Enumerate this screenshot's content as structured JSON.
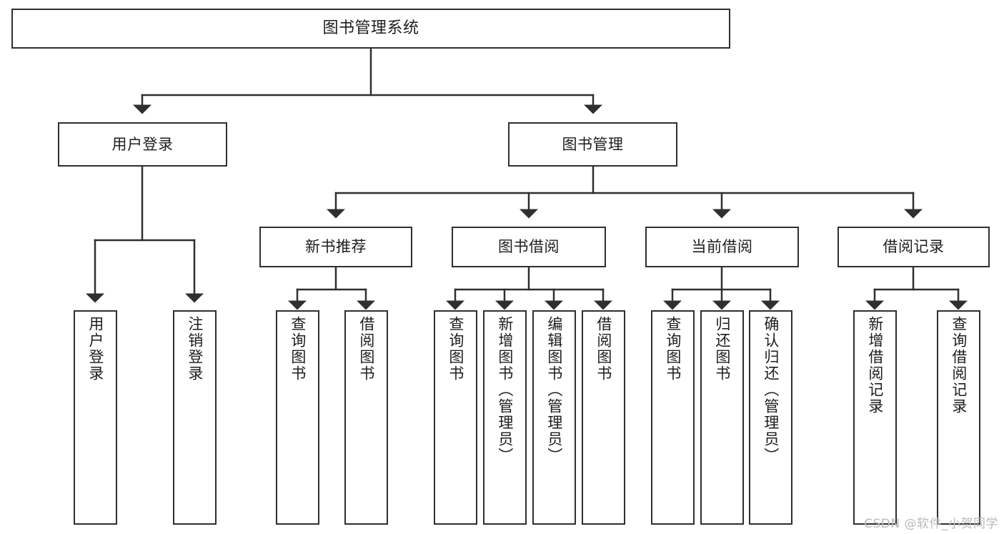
{
  "diagram": {
    "type": "tree-hierarchy",
    "title": "图书管理系统",
    "watermark": "CSDN @软件_小贺同学",
    "colors": {
      "stroke": "#2f2f2f",
      "fill": "#ffffff",
      "text": "#1d1d1d",
      "watermark": "#b9b9b9"
    },
    "levels": {
      "root": [
        "图书管理系统"
      ],
      "level2": [
        "用户登录",
        "图书管理"
      ],
      "level3": [
        "新书推荐",
        "图书借阅",
        "当前借阅",
        "借阅记录"
      ],
      "leaves": [
        "用户登录",
        "注销登录",
        "查询图书",
        "借阅图书",
        "查询图书",
        "新增图书（管理员）",
        "编辑图书（管理员）",
        "借阅图书",
        "查询图书",
        "归还图书",
        "确认归还（管理员）",
        "新增借阅记录",
        "查询借阅记录"
      ]
    },
    "nodes": {
      "root": {
        "label": "图书管理系统"
      },
      "user_login": {
        "label": "用户登录"
      },
      "book_mgmt": {
        "label": "图书管理"
      },
      "new_book_rec": {
        "label": "新书推荐"
      },
      "book_borrow": {
        "label": "图书借阅"
      },
      "current_borrow": {
        "label": "当前借阅"
      },
      "borrow_record": {
        "label": "借阅记录"
      },
      "leaf_user_login": {
        "label": "用户登录"
      },
      "leaf_logout": {
        "label": "注销登录"
      },
      "leaf_query_book_a": {
        "label": "查询图书"
      },
      "leaf_borrow_book_a": {
        "label": "借阅图书"
      },
      "leaf_query_book_b": {
        "label": "查询图书"
      },
      "leaf_add_book": {
        "label": "新增图书（管理员）"
      },
      "leaf_edit_book": {
        "label": "编辑图书（管理员）"
      },
      "leaf_borrow_book_b": {
        "label": "借阅图书"
      },
      "leaf_query_book_c": {
        "label": "查询图书"
      },
      "leaf_return_book": {
        "label": "归还图书"
      },
      "leaf_confirm_return": {
        "label": "确认归还（管理员）"
      },
      "leaf_add_record": {
        "label": "新增借阅记录"
      },
      "leaf_query_record": {
        "label": "查询借阅记录"
      }
    },
    "edges": [
      {
        "from": "root",
        "to": "user_login"
      },
      {
        "from": "root",
        "to": "book_mgmt"
      },
      {
        "from": "user_login",
        "to": "leaf_user_login"
      },
      {
        "from": "user_login",
        "to": "leaf_logout"
      },
      {
        "from": "book_mgmt",
        "to": "new_book_rec"
      },
      {
        "from": "book_mgmt",
        "to": "book_borrow"
      },
      {
        "from": "book_mgmt",
        "to": "current_borrow"
      },
      {
        "from": "book_mgmt",
        "to": "borrow_record"
      },
      {
        "from": "new_book_rec",
        "to": "leaf_query_book_a"
      },
      {
        "from": "new_book_rec",
        "to": "leaf_borrow_book_a"
      },
      {
        "from": "book_borrow",
        "to": "leaf_query_book_b"
      },
      {
        "from": "book_borrow",
        "to": "leaf_add_book"
      },
      {
        "from": "book_borrow",
        "to": "leaf_edit_book"
      },
      {
        "from": "book_borrow",
        "to": "leaf_borrow_book_b"
      },
      {
        "from": "current_borrow",
        "to": "leaf_query_book_c"
      },
      {
        "from": "current_borrow",
        "to": "leaf_return_book"
      },
      {
        "from": "current_borrow",
        "to": "leaf_confirm_return"
      },
      {
        "from": "borrow_record",
        "to": "leaf_add_record"
      },
      {
        "from": "borrow_record",
        "to": "leaf_query_record"
      }
    ]
  }
}
